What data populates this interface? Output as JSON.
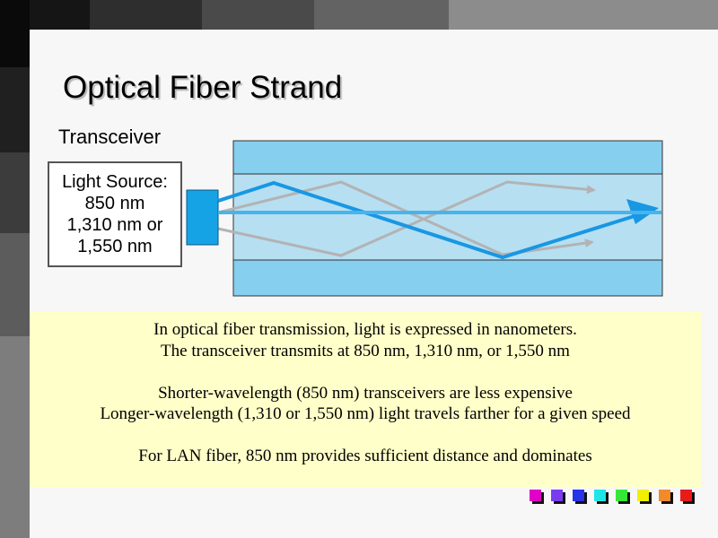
{
  "slide": {
    "title": "Optical Fiber Strand"
  },
  "diagram": {
    "transceiver_label": "Transceiver",
    "light_source_lines": [
      "Light Source:",
      "850 nm",
      "1,310 nm or",
      "1,550 nm"
    ],
    "colors": {
      "cladding": "#87cfef",
      "core": "#b6dff2",
      "emitter": "#16a3e6",
      "primary_ray": "#1897e3",
      "secondary_rays": "#b3b3b3"
    }
  },
  "notes": {
    "lines": [
      "In optical fiber transmission, light is expressed in nanometers.",
      "The transceiver transmits at 850 nm, 1,310 nm, or 1,550 nm",
      "",
      "Shorter-wavelength (850 nm) transceivers are less expensive",
      "Longer-wavelength (1,310 or 1,550 nm) light travels farther for a given speed",
      "",
      "For LAN fiber, 850 nm provides sufficient distance and dominates"
    ]
  },
  "navigation": {
    "button_colors": [
      "#e000c8",
      "#7a3cf0",
      "#2832e8",
      "#1ee6e6",
      "#36e836",
      "#f0f000",
      "#f08a2a",
      "#e81a1a"
    ]
  }
}
